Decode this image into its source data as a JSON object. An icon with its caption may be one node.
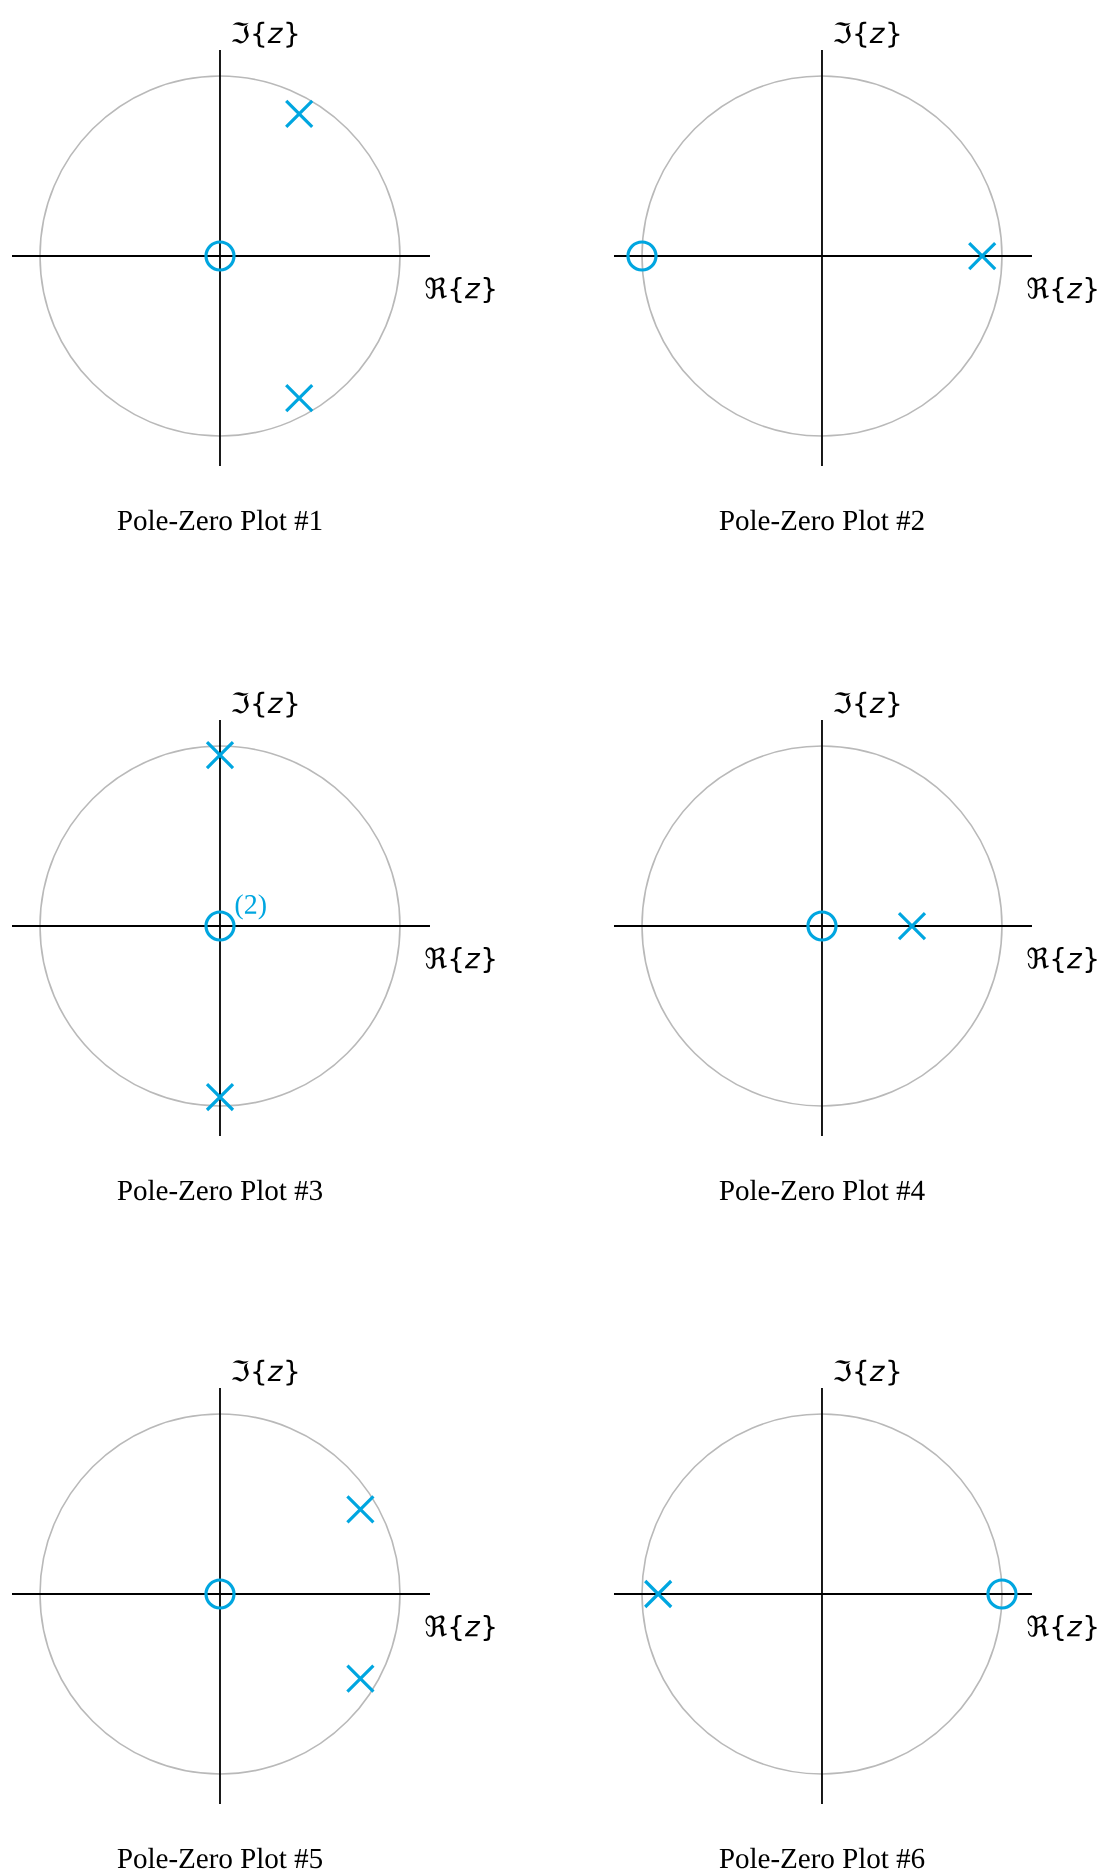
{
  "diagram": {
    "labels": [
      "ℑ{*z*}",
      "ℜ{*z*}",
      "Pole-Zero Plot #1",
      "ℑ{*z*}",
      "ℜ{*z*}",
      "Pole-Zero Plot #2",
      "ℑ{*z*}",
      "(2)",
      "ℜ{*z*}",
      "Pole-Zero Plot #3",
      "ℑ{*z*}",
      "ℜ{*z*}",
      "Pole-Zero Plot #4",
      "ℑ{*z*}",
      "ℜ{*z*}",
      "Pole-Zero Plot #5",
      "ℑ{*z*}",
      "ℜ{*z*}",
      "Pole-Zero Plot #6"
    ]
  }
}
